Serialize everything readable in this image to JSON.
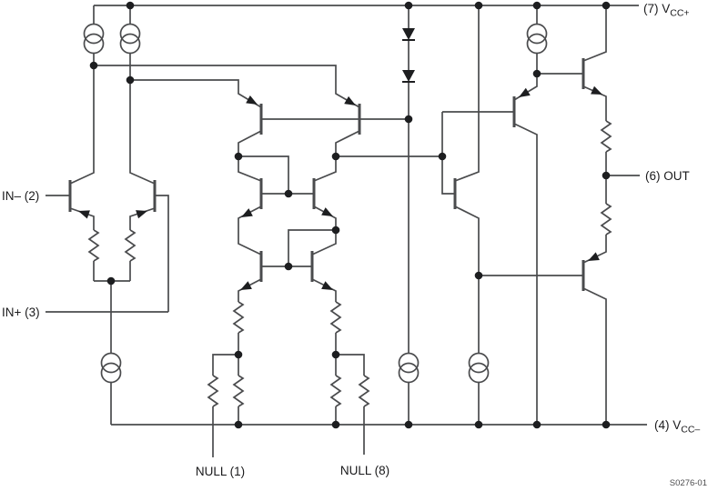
{
  "figure": {
    "code": "S0276-01",
    "colors": {
      "wire": "#4a4b4d",
      "solid": "#1d1e20"
    },
    "pins": {
      "vcc_plus_prefix": "(7) V",
      "vcc_plus_sub": "CC+",
      "vcc_minus_prefix": "(4) V",
      "vcc_minus_sub": "CC–",
      "out": "(6) OUT",
      "in_minus": "IN– (2)",
      "in_plus": "IN+ (3)",
      "null_1": "NULL (1)",
      "null_8": "NULL (8)"
    }
  }
}
